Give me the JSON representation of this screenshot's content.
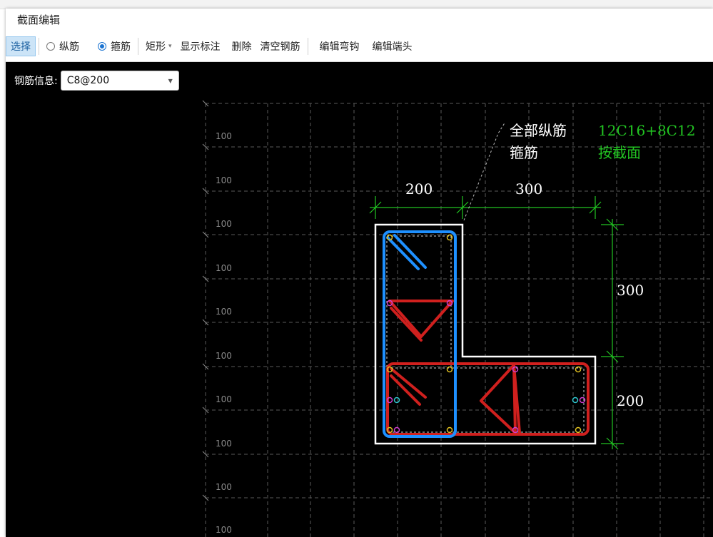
{
  "window": {
    "title": "截面编辑"
  },
  "toolbar": {
    "select": "选择",
    "longitudinal": "纵筋",
    "stirrup": "箍筋",
    "shape": "矩形",
    "show_dim": "显示标注",
    "delete": "删除",
    "clear": "清空钢筋",
    "edit_hook": "编辑弯钩",
    "edit_end": "编辑端头"
  },
  "rebar_info": {
    "label": "钢筋信息:",
    "value": "C8@200"
  },
  "grid": {
    "row_labels": [
      "100",
      "100",
      "100",
      "100",
      "100",
      "100",
      "100",
      "100",
      "100",
      "100"
    ]
  },
  "dimensions": {
    "top_left": "200",
    "top_right": "300",
    "right_upper": "300",
    "right_lower": "200"
  },
  "annotation": {
    "all_long_label": "全部纵筋",
    "all_long_value": "12C16+8C12",
    "stirrup_label": "箍筋",
    "stirrup_value": "按截面"
  },
  "colors": {
    "section_outline": "#ffffff",
    "selected_stirrup": "#1e90ff",
    "stirrup": "#d0201e",
    "dimension": "#22c422",
    "annotation_value": "#22c422",
    "grid": "#5a5a5a"
  }
}
